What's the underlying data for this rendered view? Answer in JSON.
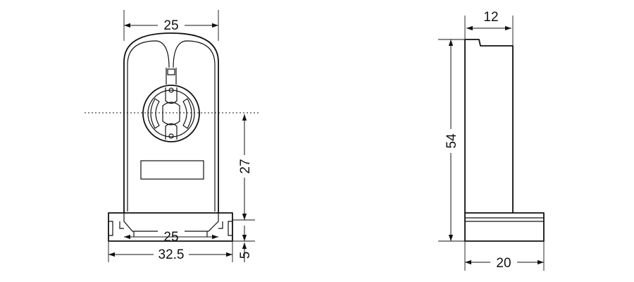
{
  "front_view": {
    "dim_top_width": "25",
    "dim_center_height": "27",
    "dim_slot_width": "25",
    "dim_overall_width": "32.5",
    "dim_base_height": "5"
  },
  "side_view": {
    "dim_top_depth": "12",
    "dim_total_height": "54",
    "dim_base_depth": "20"
  },
  "colors": {
    "line": "#111111",
    "background": "#ffffff"
  }
}
